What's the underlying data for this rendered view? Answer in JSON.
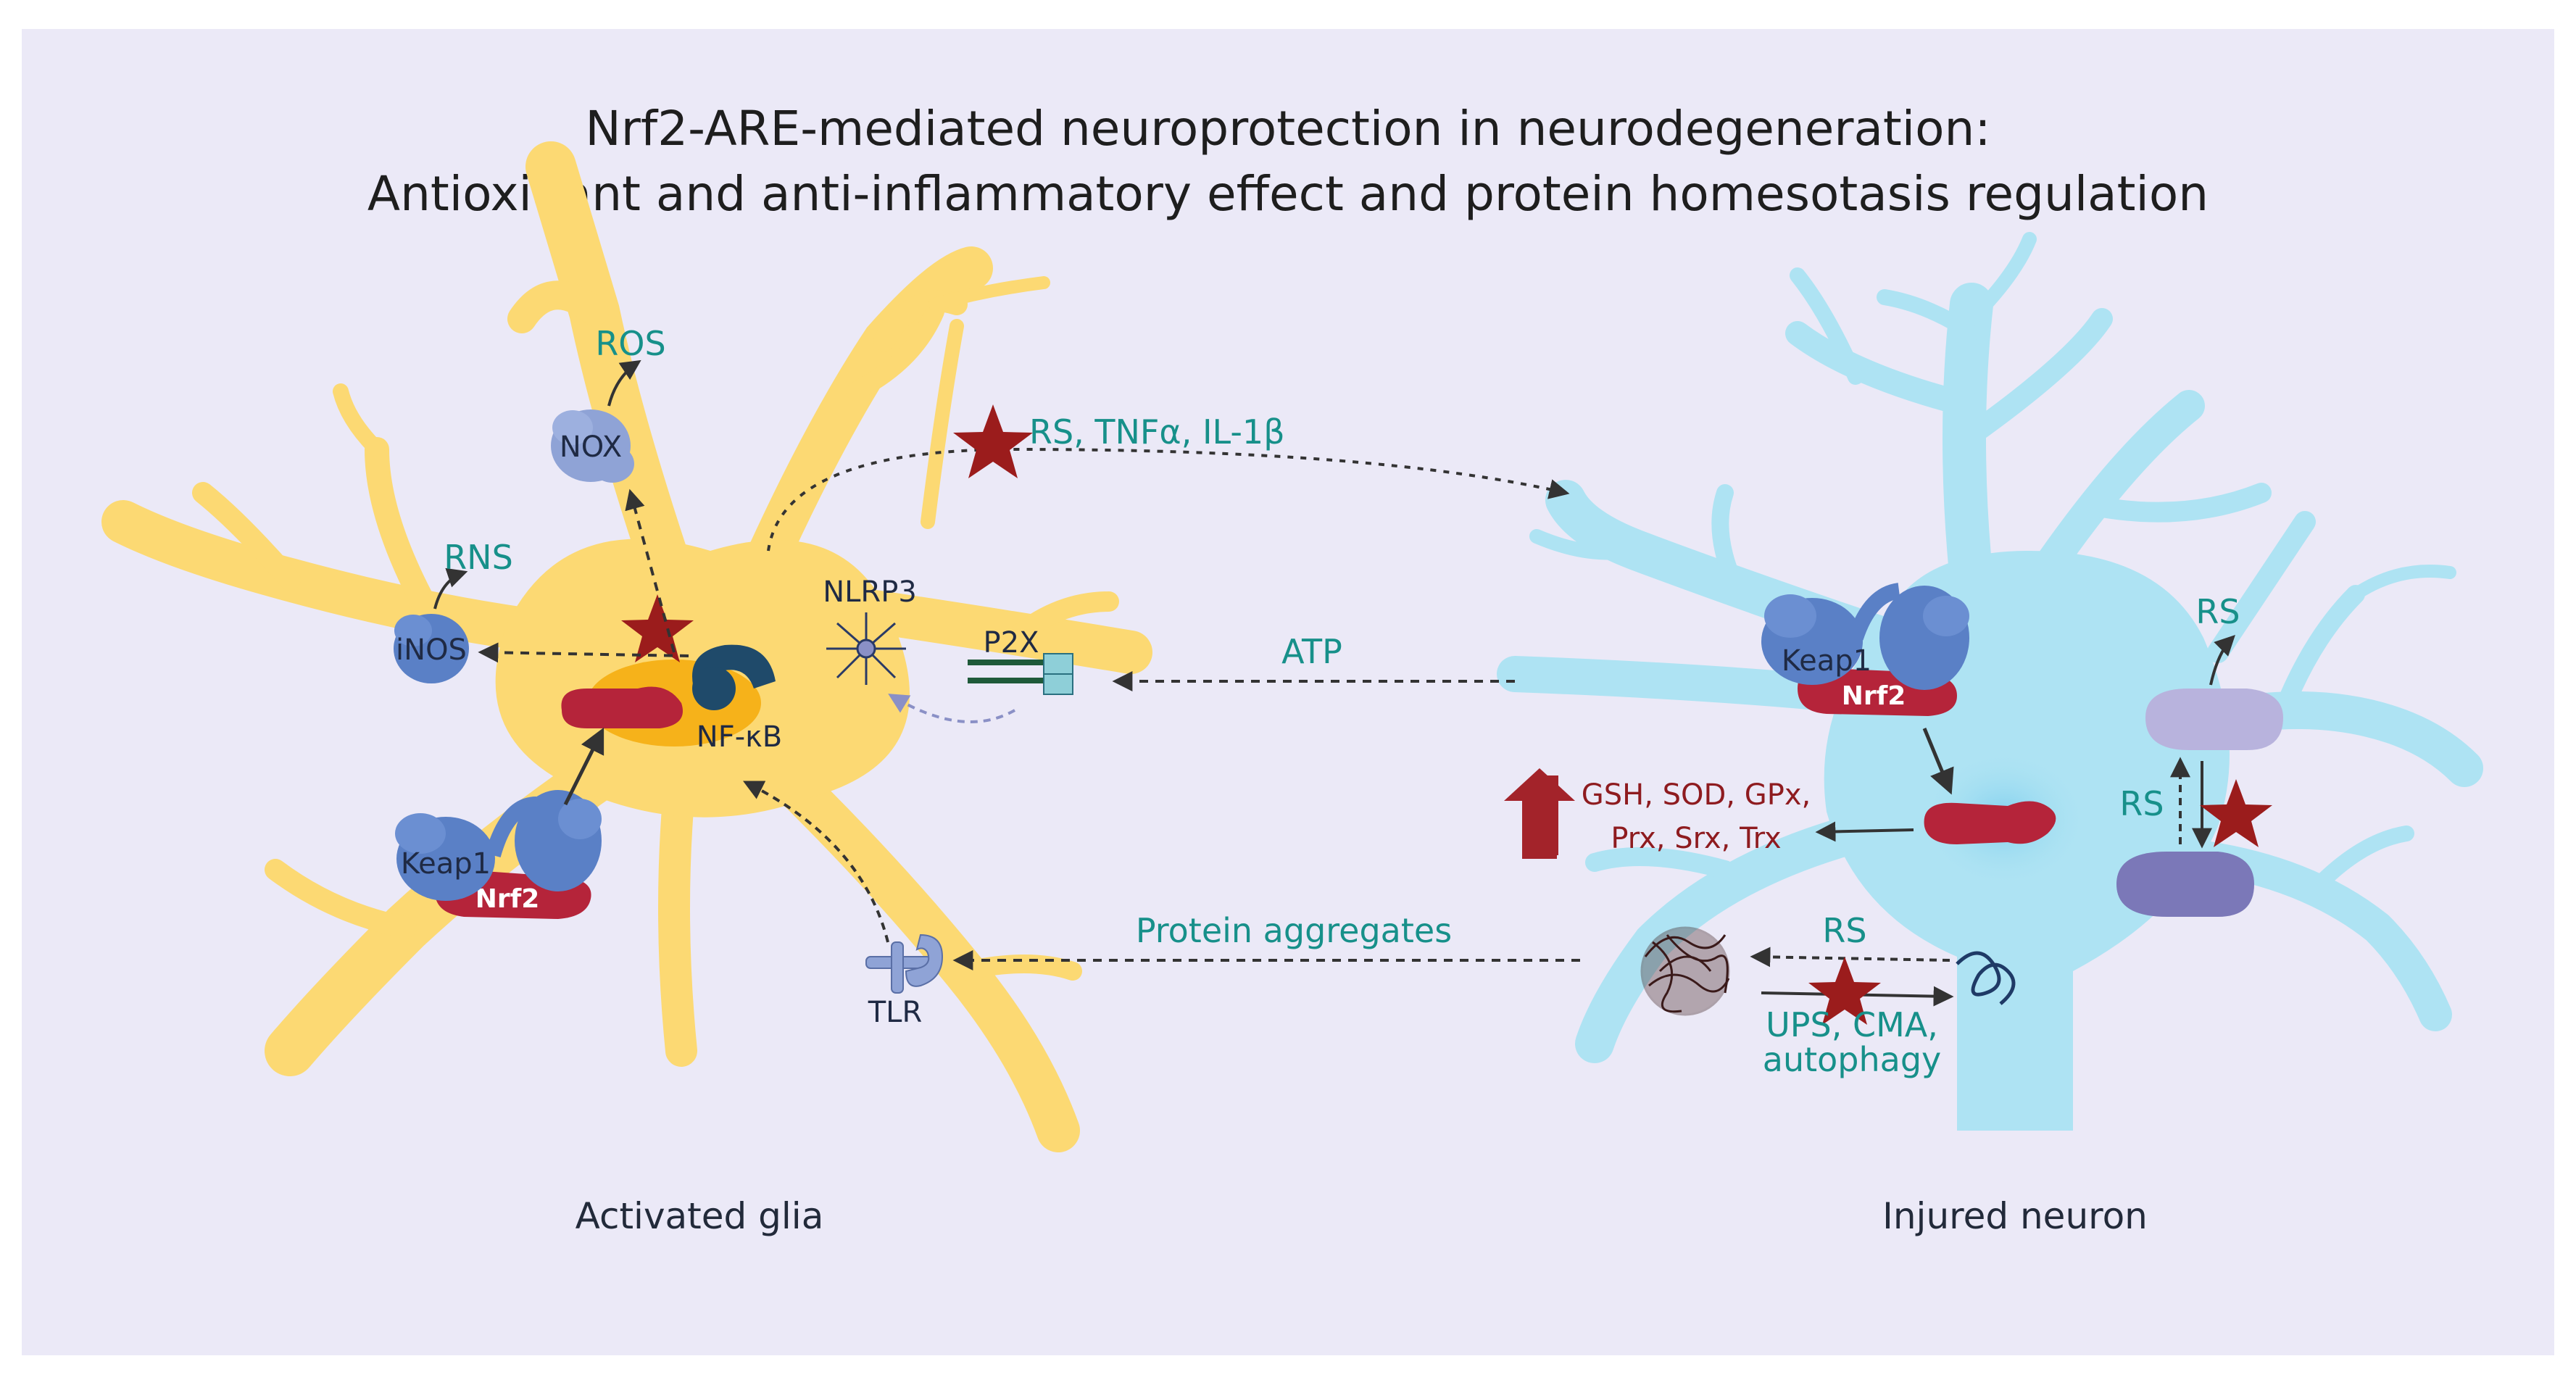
{
  "title": {
    "line1": "Nrf2-ARE-mediated neuroprotection in neurodegeneration:",
    "line2": "Antioxidant and anti-inflammatory effect and protein homesotasis regulation"
  },
  "glia": {
    "caption": "Activated glia",
    "ros": "ROS",
    "nox": "NOX",
    "rns": "RNS",
    "inos": "iNOS",
    "nlrp3": "NLRP3",
    "p2x": "P2X",
    "nfkb": "NF-κB",
    "keap1": "Keap1",
    "nrf2": "Nrf2",
    "tlr": "TLR"
  },
  "neuron": {
    "caption": "Injured neuron",
    "keap1": "Keap1",
    "nrf2": "Nrf2",
    "rs_top": "RS",
    "rs_mid": "RS",
    "rs_low": "RS",
    "genes_line1": "GSH, SOD, GPx,",
    "genes_line2": "Prx, Srx, Trx",
    "ups_line1": "UPS, CMA,",
    "ups_line2": "autophagy"
  },
  "signals": {
    "cytokines": "RS, TNFα, IL-1β",
    "atp": "ATP",
    "protein_aggregates": "Protein aggregates"
  },
  "colors": {
    "background": "#ebe9f7",
    "glia": "#fcd973",
    "neuron": "#aee3f3",
    "nrf2": "#b5243a",
    "keap1": "#5a80c6",
    "star": "#9b1c1c",
    "teal": "#17908a"
  }
}
